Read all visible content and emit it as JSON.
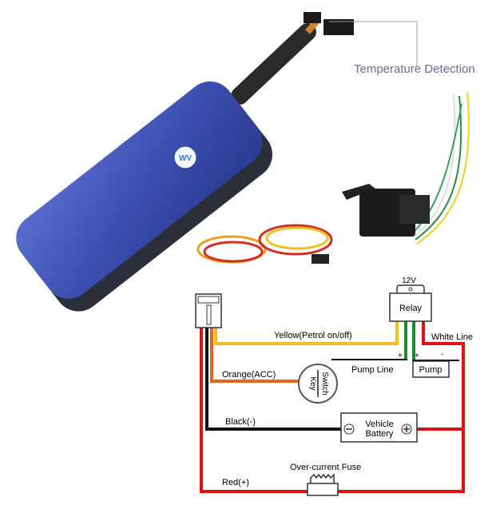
{
  "product": {
    "temperature_label": "Temperature Detection",
    "logo_text": "WV"
  },
  "diagram": {
    "supply_label": "12V",
    "relay_label": "Relay",
    "yellow_label": "Yellow(Petrol on/off)",
    "white_label": "White Line",
    "pump_line_label": "Pump Line",
    "pump_label": "Pump",
    "plus_sign": "+",
    "minus_sign": "-",
    "orange_label": "Orange(ACC)",
    "switch_label": "Switch",
    "key_label": "Key",
    "black_label": "Black(-)",
    "battery_line1": "Vehicle",
    "battery_line2": "Battery",
    "fuse_label": "Over-current Fuse",
    "red_label": "Red(+)"
  },
  "colors": {
    "device_blue": "#3b4fb0",
    "wire_red": "#e01010",
    "wire_yellow": "#f0c020",
    "wire_orange": "#e8641a",
    "wire_green": "#1a8a2a",
    "label_purple": "#6a6a9a"
  }
}
